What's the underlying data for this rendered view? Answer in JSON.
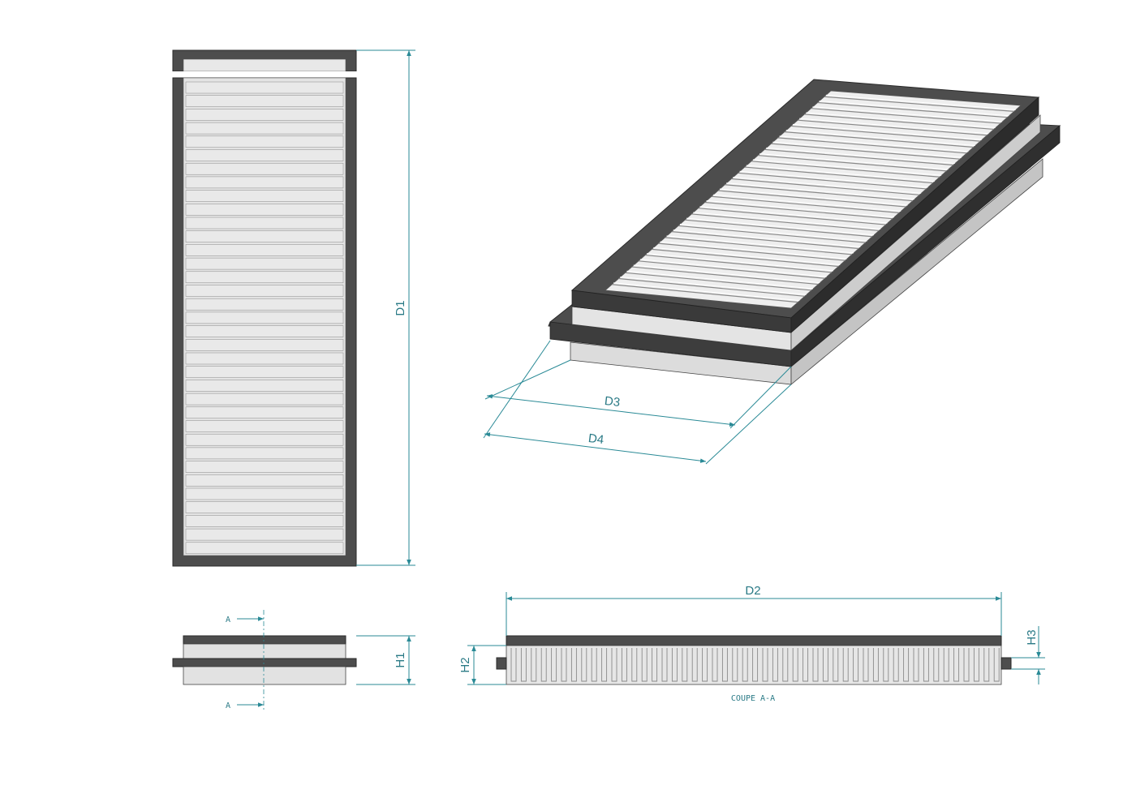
{
  "labels": {
    "d1": "D1",
    "d2": "D2",
    "d3": "D3",
    "d4": "D4",
    "h1": "H1",
    "h2": "H2",
    "h3": "H3",
    "section_a_top": "A",
    "section_a_bottom": "A",
    "section_title": "COUPE A-A"
  },
  "colors": {
    "frame": "#4d4d4d",
    "media": "#e4e4e4",
    "dimension": "#2a8a96"
  },
  "icons": {
    "arrow": "dimension-arrow"
  }
}
